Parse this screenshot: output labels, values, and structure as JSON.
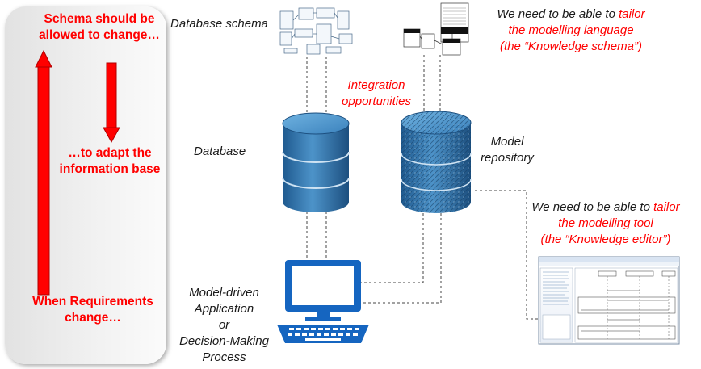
{
  "panel": {
    "top_label_line1": "Schema should be",
    "top_label_line2": "allowed to change…",
    "mid_label_line1": "…to adapt the",
    "mid_label_line2": "information base",
    "bottom_label_line1": "When Requirements",
    "bottom_label_line2": "change…"
  },
  "labels": {
    "database_schema": "Database schema",
    "database": "Database",
    "model_repository_line1": "Model",
    "model_repository_line2": "repository",
    "integration_line1": "Integration",
    "integration_line2": "opportunities",
    "app_line1": "Model-driven",
    "app_line2": "Application",
    "app_line3": "or",
    "app_line4": "Decision-Making",
    "app_line5": "Process"
  },
  "tailor_language": {
    "line1_black": "We need to be able to ",
    "line1_red": "tailor",
    "line2": "the modelling language",
    "line3": "(the “Knowledge schema”)"
  },
  "tailor_tool": {
    "line1_black": "We need to be able to ",
    "line1_red": "tailor",
    "line2": "the modelling tool",
    "line3": "(the “Knowledge editor”)"
  },
  "colors": {
    "accent_red": "#ff0000",
    "cylinder_blue": "#2f6fa8",
    "monitor_blue": "#1565c0"
  }
}
